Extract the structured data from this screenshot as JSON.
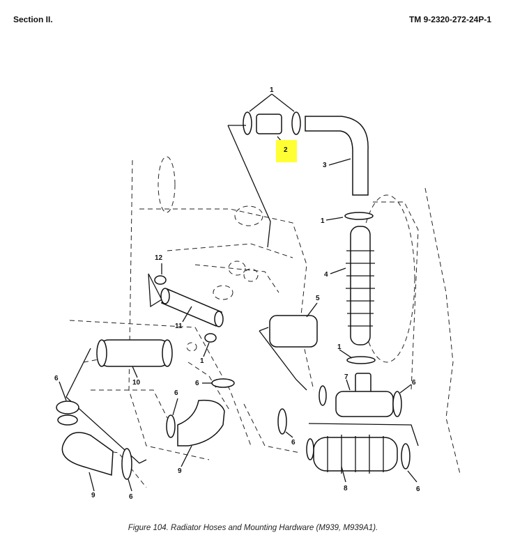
{
  "header": {
    "section": "Section II.",
    "tm_number": "TM 9-2320-272-24P-1"
  },
  "caption": "Figure 104.  Radiator Hoses and Mounting Hardware (M939, M939A1).",
  "callouts": {
    "c1": "1",
    "c2": "2",
    "c3": "3",
    "c4": "4",
    "c5": "5",
    "c6": "6",
    "c7": "7",
    "c8": "8",
    "c9": "9",
    "c10": "10",
    "c11": "11",
    "c12": "12"
  },
  "highlight_color": "#ffff33"
}
